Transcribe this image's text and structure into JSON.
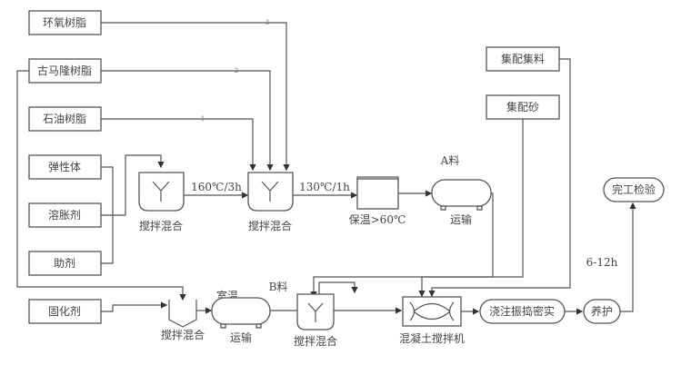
{
  "diagram": {
    "inputs_a": [
      {
        "id": "epoxy",
        "label": "环氧树脂",
        "tag": "3"
      },
      {
        "id": "coumarone",
        "label": "古马隆树脂",
        "tag": "2"
      },
      {
        "id": "petroleum",
        "label": "石油树脂",
        "tag": "1"
      },
      {
        "id": "elastomer",
        "label": "弹性体"
      },
      {
        "id": "swelling",
        "label": "溶胀剂"
      },
      {
        "id": "additive",
        "label": "助剂"
      }
    ],
    "input_curing": {
      "label": "固化剂"
    },
    "aggregates": {
      "coarse": "集配集料",
      "sand": "集配砂"
    },
    "mixers": {
      "mixer1": "搅拌混合",
      "mixer2": "搅拌混合",
      "mixer3": "搅拌混合",
      "mixer4": "搅拌混合",
      "concrete": "混凝土搅拌机"
    },
    "conditions": {
      "c1": "160℃/3h",
      "c2": "130℃/1h",
      "insulate": "保温>60℃",
      "room_temp": "室温",
      "cure_time": "6-12h"
    },
    "transport": {
      "a": "运输",
      "b": "运输",
      "a_label": "A料",
      "b_label": "B料"
    },
    "steps": {
      "pour": "浇注振捣密实",
      "cure": "养护",
      "inspect": "完工检验"
    }
  }
}
